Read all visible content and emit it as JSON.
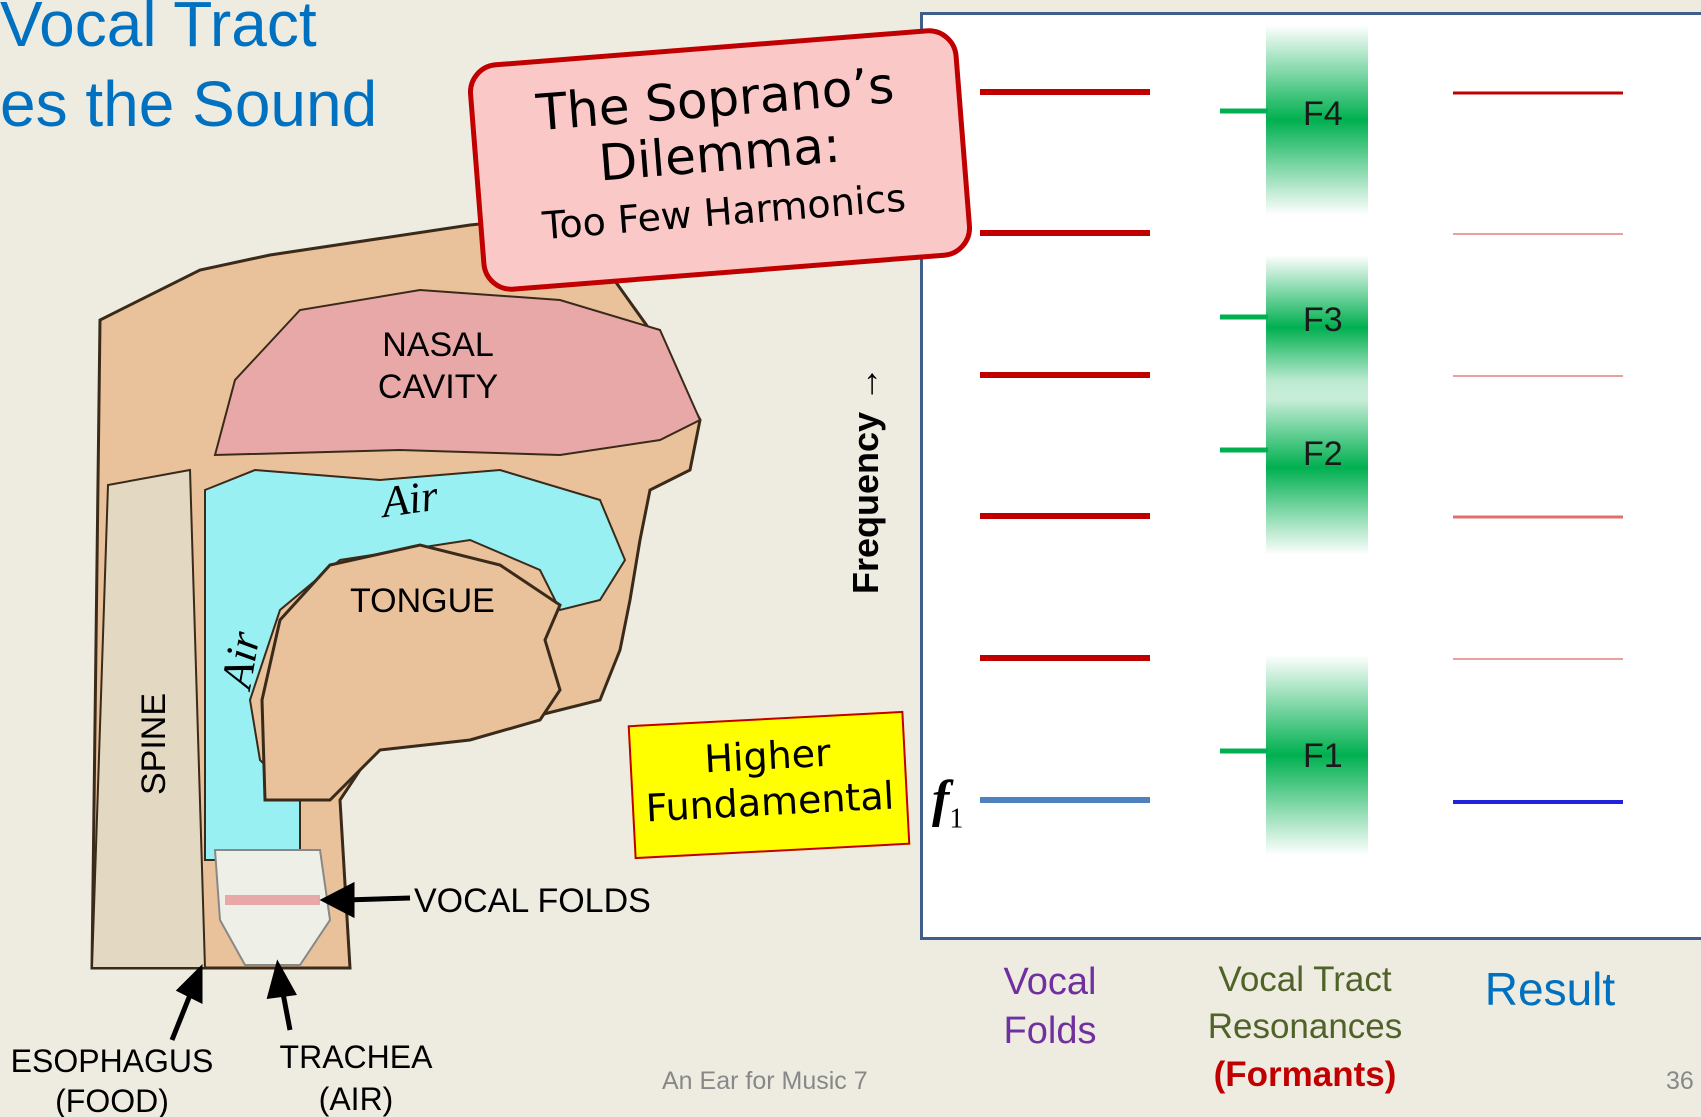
{
  "slide": {
    "title_line1": "Vocal Tract",
    "title_line2": "es the Sound",
    "footer": "An Ear for Music 7",
    "page_number": "36"
  },
  "anatomy": {
    "nasal_cavity_line1": "NASAL",
    "nasal_cavity_line2": "CAVITY",
    "air_top": "Air",
    "air_side": "Air",
    "tongue": "TONGUE",
    "spine": "SPINE",
    "vocal_folds": "VOCAL FOLDS",
    "esophagus_line1": "ESOPHAGUS",
    "esophagus_line2": "(FOOD)",
    "trachea_line1": "TRACHEA",
    "trachea_line2": "(AIR)"
  },
  "callout": {
    "line1": "The Soprano’s",
    "line2": "Dilemma:",
    "line3": "Too Few Harmonics"
  },
  "note": {
    "line1": "Higher",
    "line2": "Fundamental"
  },
  "spectrum": {
    "axis_label": "Frequency →",
    "fundamental_symbol": "f",
    "fundamental_subscript": "1",
    "formants": [
      "F4",
      "F3",
      "F2",
      "F1"
    ],
    "columns": {
      "vocal_folds_line1": "Vocal",
      "vocal_folds_line2": "Folds",
      "tract_line1": "Vocal Tract",
      "tract_line2": "Resonances",
      "tract_line3": "(Formants)",
      "result": "Result"
    }
  },
  "colors": {
    "title": "#0070c0",
    "harmonic": "#c00000",
    "fundamental": "#4f81bd",
    "formant": "#00b050",
    "result_fundamental": "#2222dd",
    "callout_fill": "#fbc8c8",
    "note_fill": "#ffff00"
  }
}
